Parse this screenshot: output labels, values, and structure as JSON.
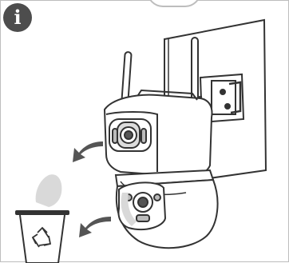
{
  "info": {
    "icon": "info-icon",
    "glyph": "i"
  },
  "scene": {
    "camera_icon": "dual-lens-ptz-camera",
    "disposal_icon": "recycle-bin-icon",
    "arrow_icons": [
      "curved-arrow-left",
      "curved-arrow-left"
    ],
    "accent_color": "#cfcfcf",
    "line_color": "#333333"
  }
}
